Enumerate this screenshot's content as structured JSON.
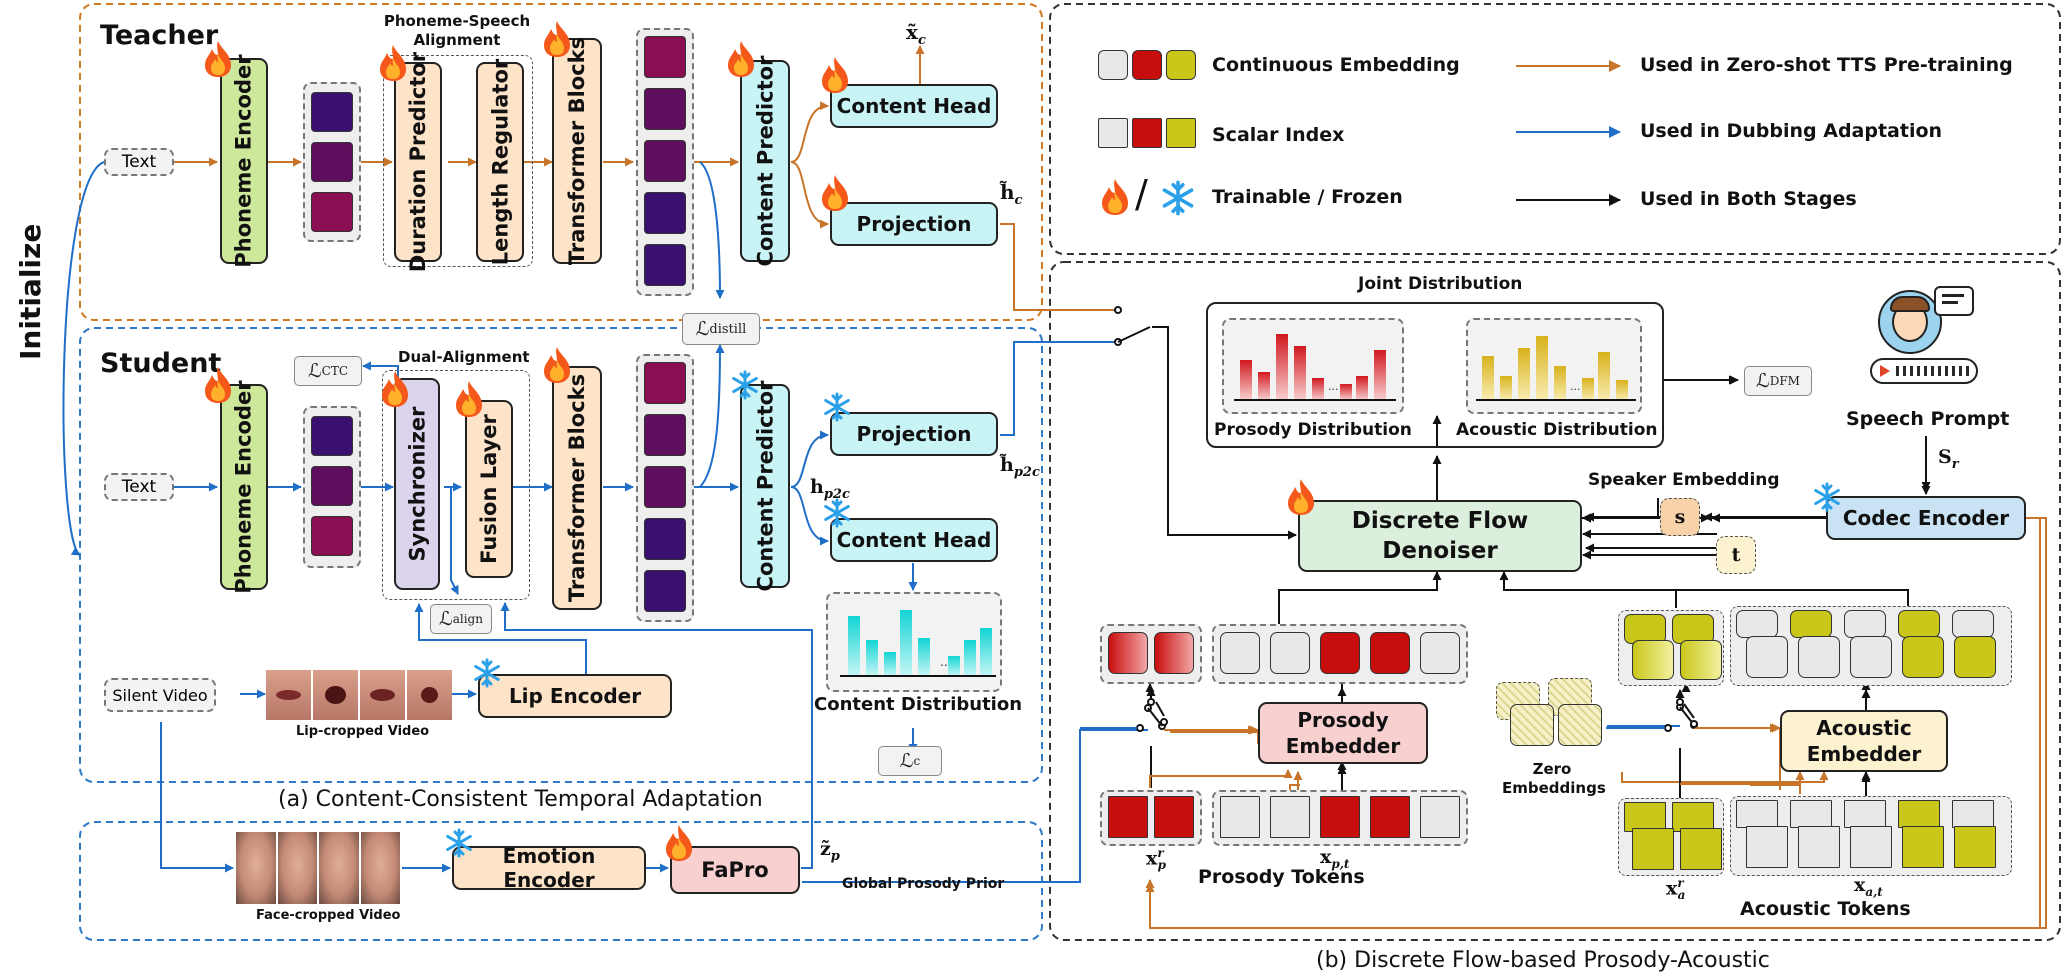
{
  "teacher": {
    "title": "Teacher",
    "text_input": "Text",
    "phoneme_encoder": "Phoneme Encoder",
    "alignment_group": "Phoneme-Speech Alignment",
    "duration_predictor": "Duration Predictor",
    "length_regulator": "Length Regulator",
    "transformer_blocks": "Transformer Blocks",
    "content_predictor": "Content Predictor",
    "content_head": "Content Head",
    "projection": "Projection",
    "x_c": "x̃",
    "x_c_sub": "c",
    "h_c": "h̃",
    "h_c_sub": "c"
  },
  "student": {
    "title": "Student",
    "text_input": "Text",
    "phoneme_encoder": "Phoneme Encoder",
    "ctc_loss": "ℒ",
    "ctc_loss_sub": "CTC",
    "dual_alignment": "Dual-Alignment",
    "synchronizer": "Synchronizer",
    "fusion_layer": "Fusion Layer",
    "transformer_blocks": "Transformer Blocks",
    "content_predictor": "Content Predictor",
    "projection": "Projection",
    "content_head": "Content Head",
    "h_p2c": "h",
    "h_p2c_sub": "p2c",
    "h_tilde_p2c": "h̃",
    "h_tilde_p2c_sub": "p2c",
    "align_loss": "ℒ",
    "align_loss_sub": "align",
    "distill_loss": "ℒ",
    "distill_loss_sub": "distill",
    "content_distribution": "Content Distribution",
    "content_loss": "ℒ",
    "content_loss_sub": "c",
    "silent_video": "Silent Video",
    "lip_cropped_caption": "Lip-cropped Video",
    "lip_encoder": "Lip Encoder",
    "caption": "(a) Content-Consistent Temporal Adaptation"
  },
  "initialize_label": "Initialize",
  "prosody_prior": {
    "face_cropped_caption": "Face-cropped Video",
    "emotion_encoder": "Emotion Encoder",
    "fapro": "FaPro",
    "z_p": "z̃",
    "z_p_sub": "p",
    "global_prosody_prior": "Global Prosody Prior"
  },
  "legend": {
    "continuous_embedding": "Continuous Embedding",
    "scalar_index": "Scalar Index",
    "trainable_frozen": "Trainable / Frozen",
    "zero_shot": "Used in Zero-shot TTS Pre-training",
    "dubbing": "Used in Dubbing Adaptation",
    "both": "Used in Both Stages",
    "slash": "/"
  },
  "flow": {
    "joint_distribution": "Joint Distribution",
    "prosody_distribution": "Prosody Distribution",
    "acoustic_distribution": "Acoustic Distribution",
    "dfm_loss": "ℒ",
    "dfm_loss_sub": "DFM",
    "speech_prompt": "Speech Prompt",
    "s_r": "S",
    "s_r_sub": "r",
    "speaker_embedding": "Speaker Embedding",
    "s_token": "s",
    "t_token": "t",
    "denoiser_line1": "Discrete Flow",
    "denoiser_line2": "Denoiser",
    "codec_encoder": "Codec Encoder",
    "prosody_embedder_line1": "Prosody",
    "prosody_embedder_line2": "Embedder",
    "acoustic_embedder_line1": "Acoustic",
    "acoustic_embedder_line2": "Embedder",
    "zero_embeddings_line1": "Zero",
    "zero_embeddings_line2": "Embeddings",
    "x_p_r": "x",
    "x_p_r_sup": "r",
    "x_p_r_sub": "p",
    "x_pt": "x",
    "x_pt_sub": "p,t",
    "prosody_tokens": "Prosody Tokens",
    "x_a_r": "x",
    "x_a_r_sup": "r",
    "x_a_r_sub": "a",
    "x_at": "x",
    "x_at_sub": "a,t",
    "acoustic_tokens": "Acoustic Tokens",
    "caption": "(b) Discrete Flow-based Prosody-Acoustic"
  },
  "colors": {
    "orange_arrow": "#c8742a",
    "blue_arrow": "#1f6fc9",
    "black_arrow": "#111111",
    "token_red": "#c80d0d",
    "token_yellow": "#c9c71a",
    "token_gray": "#e8e8e8"
  }
}
